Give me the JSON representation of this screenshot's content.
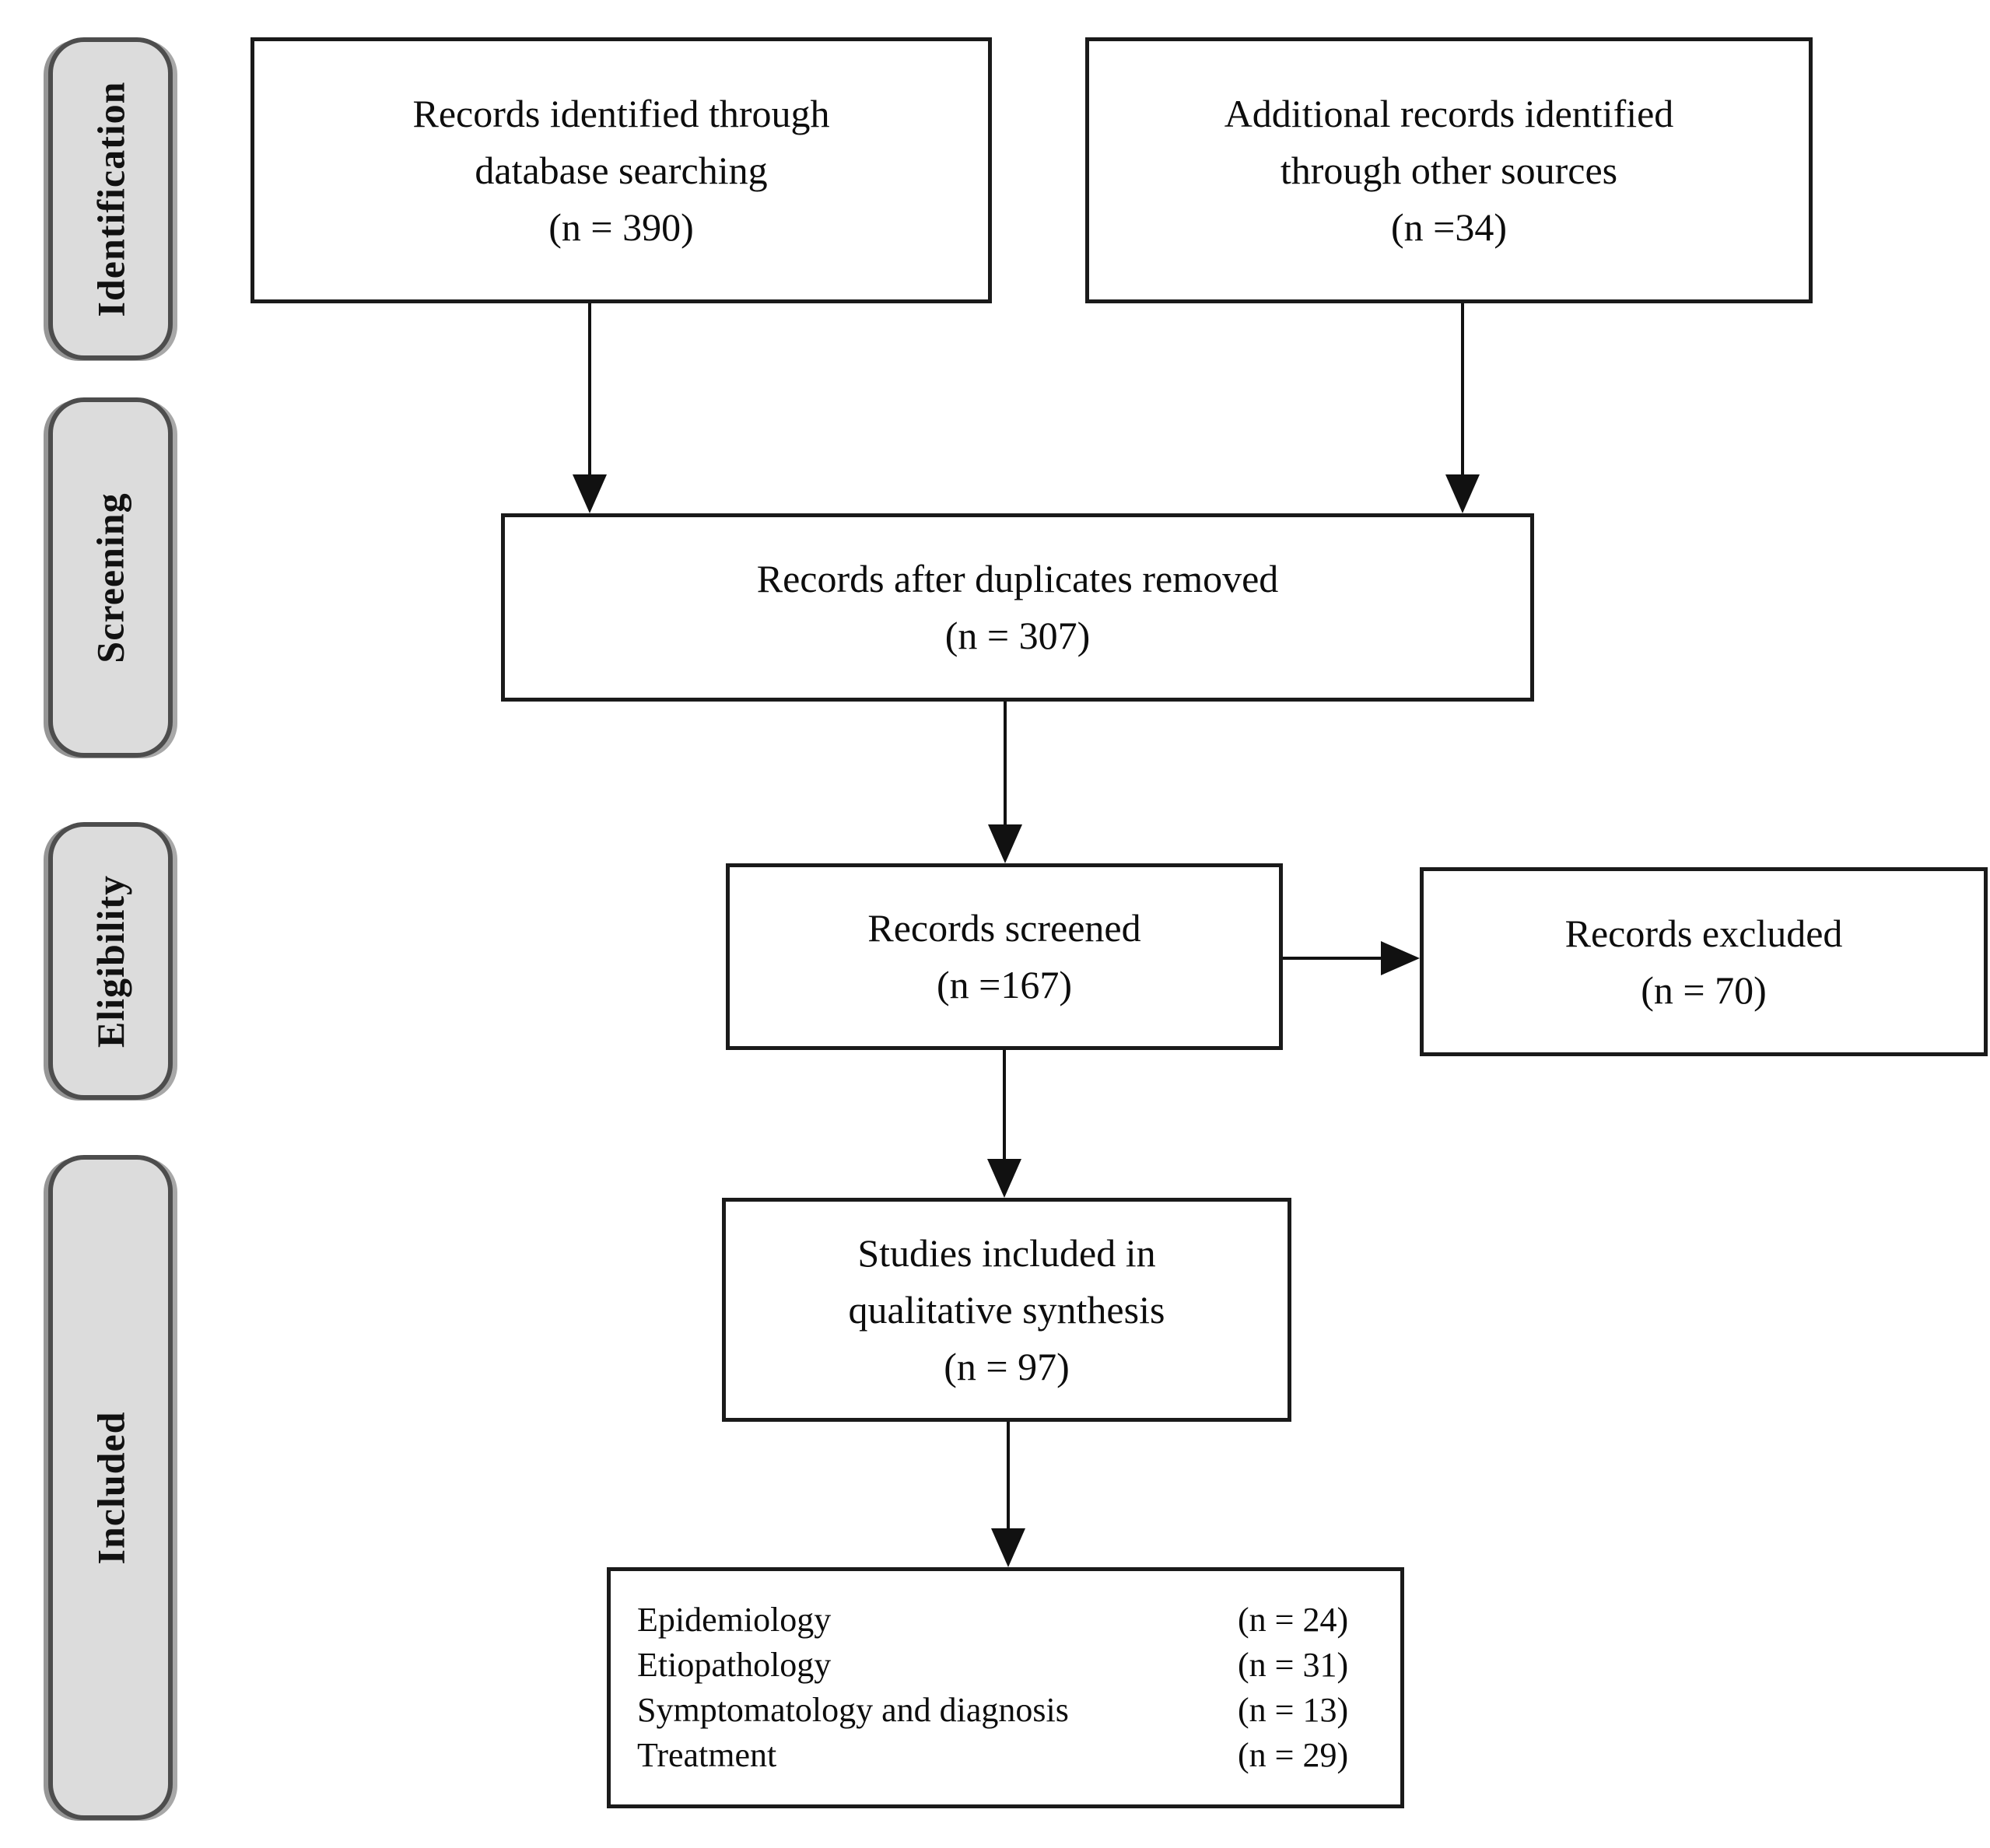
{
  "figure": {
    "background": "#ffffff",
    "colors": {
      "stage_fill": "#dcdcdc",
      "stage_border": "#4d4d4d",
      "box_border": "#1a1a1a",
      "arrow": "#111111",
      "text": "#0d0d0d"
    },
    "stages": [
      {
        "label": "Identification"
      },
      {
        "label": "Screening"
      },
      {
        "label": "Eligibility"
      },
      {
        "label": "Included"
      }
    ],
    "nodes": {
      "records_identified": {
        "lines": [
          "Records identified through",
          "database searching",
          "(n = 390)"
        ],
        "n": 390
      },
      "additional_records": {
        "lines": [
          "Additional records identified",
          "through other sources",
          "(n =34)"
        ],
        "n": 34
      },
      "after_duplicates": {
        "lines": [
          "Records after duplicates removed",
          "(n = 307)"
        ],
        "n": 307
      },
      "records_screened": {
        "lines": [
          "Records screened",
          "(n =167)"
        ],
        "n": 167
      },
      "records_excluded": {
        "lines": [
          "Records excluded",
          "(n = 70)"
        ],
        "n": 70
      },
      "qualitative_synthesis": {
        "lines": [
          "Studies included in",
          "qualitative synthesis",
          "(n = 97)"
        ],
        "n": 97
      },
      "breakdown": {
        "rows": [
          {
            "label": "Epidemiology",
            "count": "(n = 24)",
            "n": 24
          },
          {
            "label": "Etiopathology",
            "count": "(n = 31)",
            "n": 31
          },
          {
            "label": "Symptomatology and diagnosis",
            "count": "(n = 13)",
            "n": 13
          },
          {
            "label": "Treatment",
            "count": "(n = 29)",
            "n": 29
          }
        ]
      }
    }
  }
}
